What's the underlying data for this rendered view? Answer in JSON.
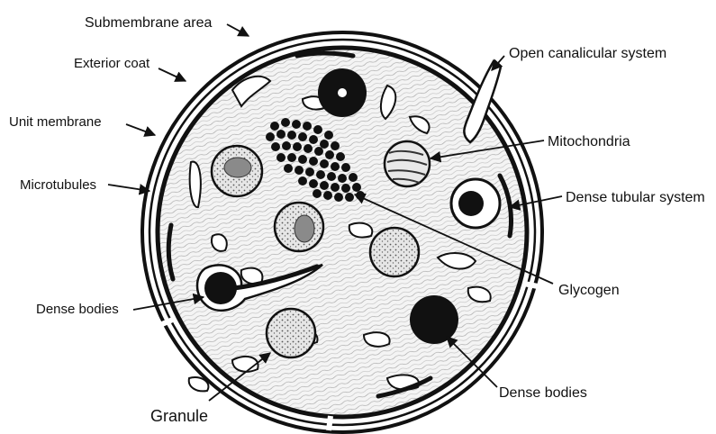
{
  "labels": {
    "submembrane_area": "Submembrane area",
    "exterior_coat": "Exterior coat",
    "unit_membrane": "Unit membrane",
    "microtubules": "Microtubules",
    "dense_bodies_left": "Dense bodies",
    "granule": "Granule",
    "open_canalicular_system": "Open canalicular system",
    "mitochondria": "Mitochondria",
    "dense_tubular_system": "Dense tubular system",
    "glycogen": "Glycogen",
    "dense_bodies_right": "Dense bodies"
  },
  "colors": {
    "ink": "#111111",
    "cytoplasm": "#f3f3f3",
    "granule_fill": "#d9d9d9",
    "background": "#ffffff"
  }
}
